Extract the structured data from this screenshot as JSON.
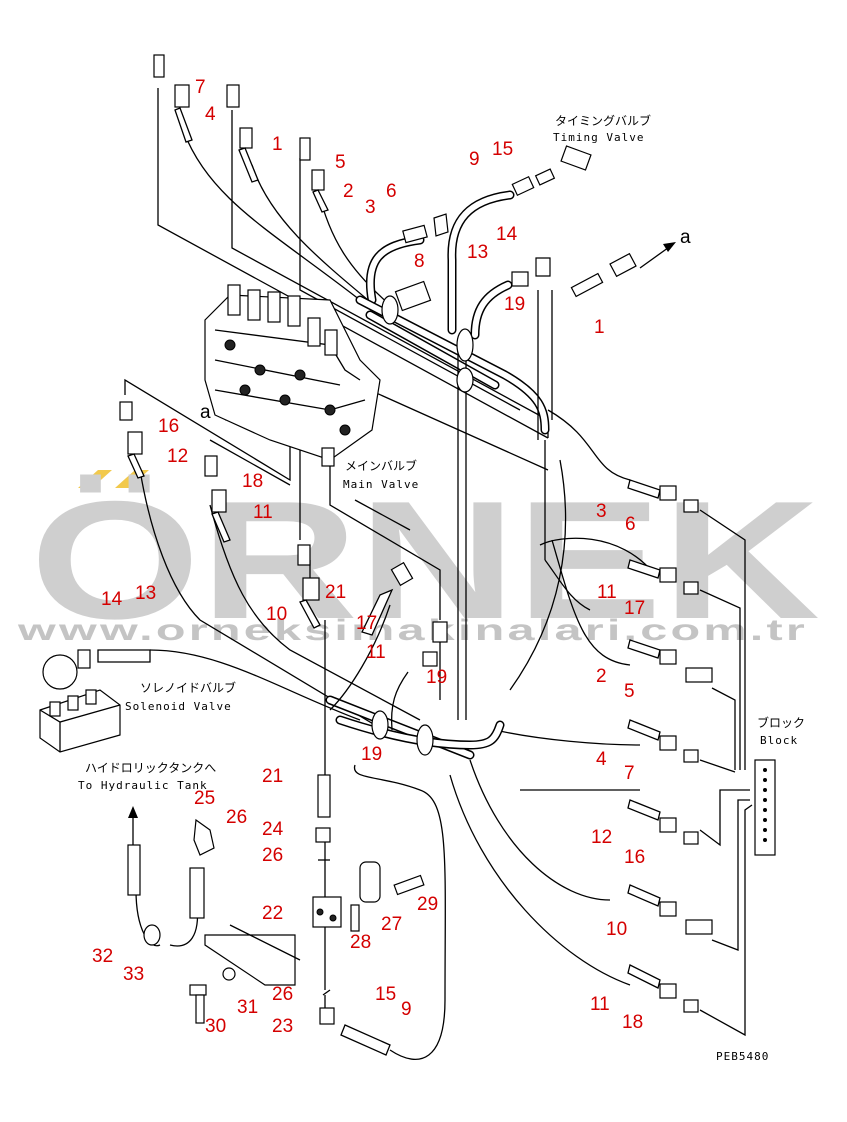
{
  "labels": {
    "timing_valve_jp": "タイミングバルブ",
    "timing_valve_en": "Timing Valve",
    "main_valve_jp": "メインバルブ",
    "main_valve_en": "Main Valve",
    "solenoid_valve_jp": "ソレノイドバルブ",
    "solenoid_valve_en": "Solenoid Valve",
    "hydraulic_tank_jp": "ハイドロリックタンクへ",
    "hydraulic_tank_en": "To Hydraulic Tank",
    "block_jp": "ブロック",
    "block_en": "Block",
    "view_marker_a1": "a",
    "view_marker_a2": "a",
    "drawing_number": "PEB5480"
  },
  "watermark": {
    "brand": "ÖRNEK",
    "url": "www.orneksimakinalari.com.tr",
    "accent_color": "#f2c94c"
  },
  "callouts": {
    "c1": "7",
    "c2": "4",
    "c3": "1",
    "c4": "5",
    "c5": "2",
    "c6": "3",
    "c7": "6",
    "c8": "8",
    "c9": "9",
    "c10": "15",
    "c11": "13",
    "c12": "14",
    "c13": "19",
    "c14": "1",
    "c15": "16",
    "c16": "12",
    "c17": "18",
    "c18": "11",
    "c19": "3",
    "c20": "6",
    "c21": "11",
    "c22": "17",
    "c23": "2",
    "c24": "5",
    "c25": "4",
    "c26": "7",
    "c27": "12",
    "c28": "16",
    "c29": "10",
    "c30": "11",
    "c31": "18",
    "c32": "14",
    "c33": "13",
    "c34": "21",
    "c35": "10",
    "c36": "17",
    "c37": "11",
    "c38": "19",
    "c39": "19",
    "c40": "21",
    "c41": "24",
    "c42": "26",
    "c43": "25",
    "c44": "26",
    "c45": "22",
    "c46": "27",
    "c47": "29",
    "c48": "28",
    "c49": "32",
    "c50": "33",
    "c51": "26",
    "c52": "31",
    "c53": "30",
    "c54": "23",
    "c55": "15",
    "c56": "9"
  },
  "colors": {
    "callout": "#d40000",
    "line": "#000000",
    "watermark": "#cfcfcf"
  }
}
